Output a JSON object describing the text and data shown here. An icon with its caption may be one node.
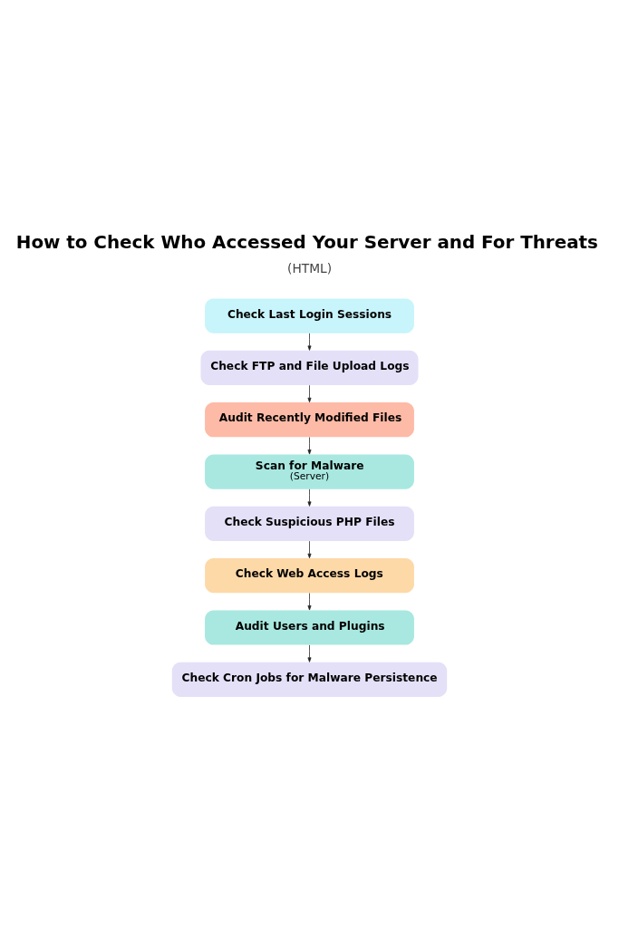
{
  "diagram": {
    "title": "How to Check Who Accessed Your Server and For Threats",
    "nodes": [
      {
        "text": [
          "Check Last Login Sessions"
        ]
      },
      {
        "text": [
          "Check FTP and File Upload Logs"
        ]
      },
      {
        "text": [
          "Audit Recently Modified Files"
        ]
      },
      {
        "text": [
          "Scan for Malware",
          "(Server)"
        ]
      },
      {
        "text": [
          "Check Suspicious PHP Files"
        ]
      },
      {
        "text": [
          "Check Web Access Logs"
        ]
      },
      {
        "text": [
          "Audit Users and Plugins"
        ]
      },
      {
        "text": [
          "Check Cron Jobs for Malware Persistence"
        ]
      }
    ],
    "edges": [
      {
        "from": 0,
        "to": 1,
        "arrow": "to"
      },
      {
        "from": 1,
        "to": 2,
        "arrow": "to"
      },
      {
        "from": 2,
        "to": 3,
        "arrow": "to"
      },
      {
        "from": 3,
        "to": 4,
        "arrow": "to"
      },
      {
        "from": 4,
        "to": 5,
        "arrow": "to"
      },
      {
        "from": 5,
        "to": 6,
        "arrow": "to"
      },
      {
        "from": 6,
        "to": 7,
        "arrow": "to"
      }
    ],
    "labels": [
      "(HTML)"
    ]
  }
}
